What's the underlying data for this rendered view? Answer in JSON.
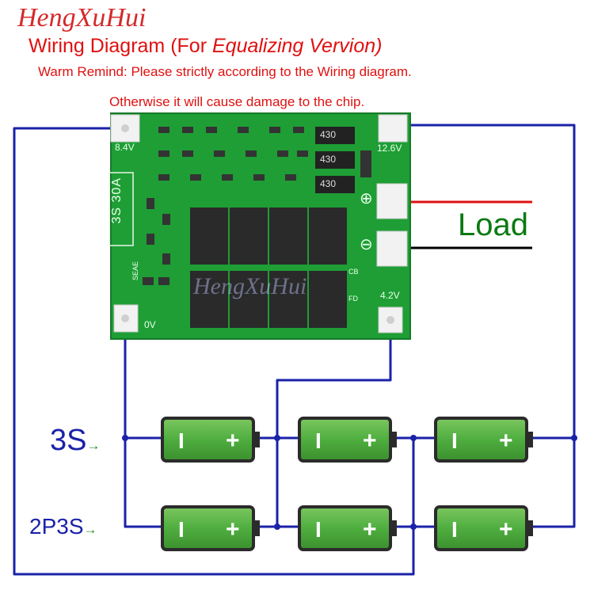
{
  "header": {
    "brand": "HengXuHui",
    "title_prefix": "Wiring Diagram (For ",
    "title_italic": "Equalizing Vervion)",
    "remind": "Warm Remind: Please strictly according to the Wiring diagram.",
    "warning": "Otherwise it will cause damage to the chip."
  },
  "board": {
    "color": "#1e9e35",
    "watermark": "HengXuHui",
    "model": "3S 30A",
    "tag": "SEAE",
    "resistor_code": "430",
    "pads": {
      "v84": "8.4V",
      "v126": "12.6V",
      "v42": "4.2V",
      "v0": "0V",
      "plus": "⊕",
      "minus": "⊖"
    },
    "side_marks": [
      "CB",
      "FD"
    ]
  },
  "load_label": "Load",
  "rows": [
    {
      "label": "3S",
      "arrow": "→"
    },
    {
      "label": "2P3S",
      "arrow": "→"
    }
  ],
  "battery": {
    "neg": "I",
    "pos": "+"
  },
  "colors": {
    "wire": "#1a22a8",
    "load_pos": "#e01010",
    "load_neg": "#000000",
    "battery": "#4fae3f",
    "battery_dark": "#2f6f25",
    "label_blue": "#1a22a8",
    "title_red": "#e01010",
    "load_green": "#0a7a10"
  }
}
